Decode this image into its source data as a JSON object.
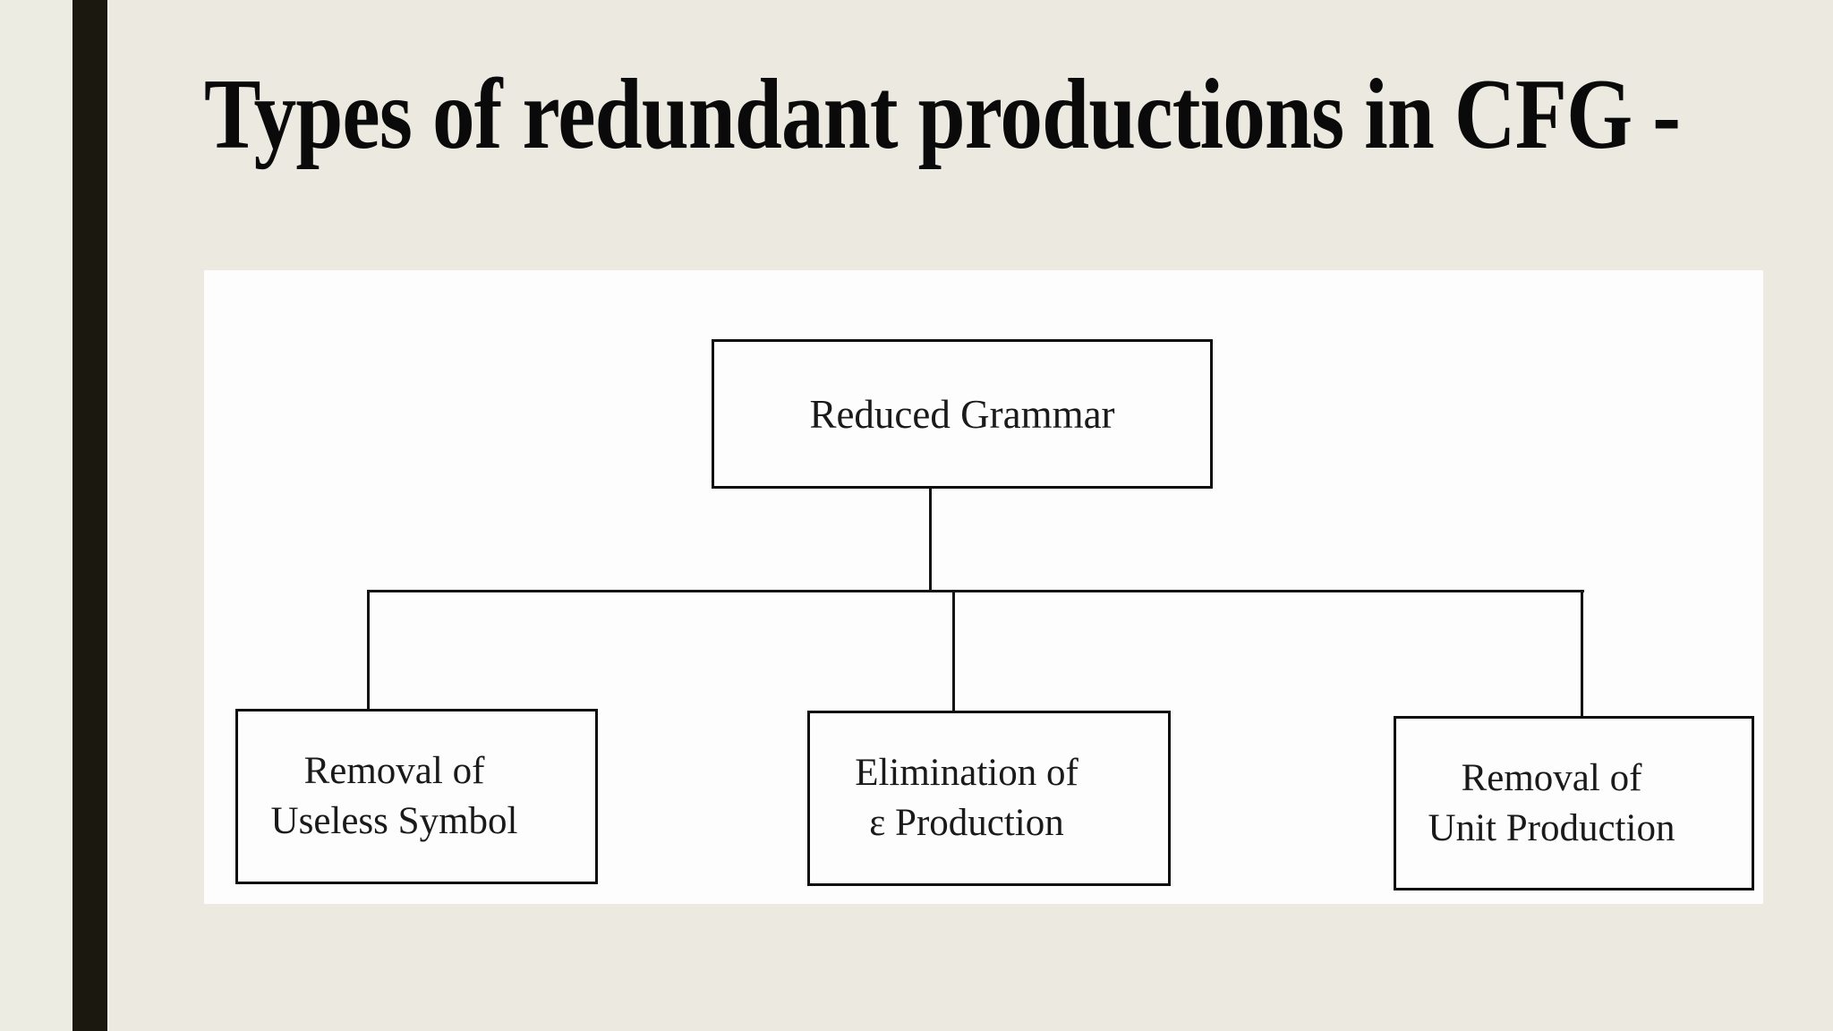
{
  "slide": {
    "title": "Types of redundant productions in CFG -"
  },
  "diagram": {
    "root": {
      "label": "Reduced Grammar"
    },
    "children": [
      {
        "line1": "Removal of",
        "line2": "Useless Symbol"
      },
      {
        "line1": "Elimination of",
        "line2": "ε Production"
      },
      {
        "line1": "Removal of",
        "line2": "Unit Production"
      }
    ]
  },
  "colors": {
    "background": "#ECEAE0",
    "left_margin": "#EDECE3",
    "accent_bar": "#1B190F",
    "panel": "#FDFDFD",
    "line": "#141414",
    "title_ink": "#0A0A0A",
    "text_ink": "#1A1A1A"
  }
}
